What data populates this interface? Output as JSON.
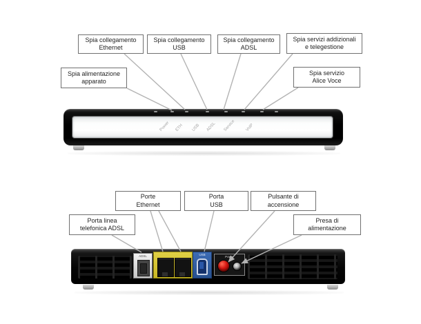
{
  "front_view": {
    "callouts": {
      "ethernet": "Spia collegamento\nEthernet",
      "usb": "Spia collegamento\nUSB",
      "adsl": "Spia collegamento\nADSL",
      "servizi": "Spia servizi addizionali\ne telegestione",
      "alimentazione": "Spia alimentazione\napparato",
      "alice_voce": "Spia servizio\nAlice Voce"
    },
    "led_labels": [
      "Power",
      "ETH",
      "USB",
      "ADSL",
      "Service",
      "VoIP"
    ]
  },
  "rear_view": {
    "callouts": {
      "porte_ethernet": "Porte\nEthernet",
      "porta_usb": "Porta\nUSB",
      "pulsante": "Pulsante di\naccensione",
      "porta_adsl": "Porta linea\ntelefonica ADSL",
      "presa": "Presa di\nalimentazione"
    },
    "port_labels": {
      "adsl": "ADSL",
      "usb": "USB",
      "power": "Power"
    }
  },
  "colors": {
    "callout_line": "#b3b3b3",
    "box_border": "#6f6f6f",
    "ethernet_yellow": "#d3c22e",
    "usb_blue": "#2f5fa5",
    "power_red": "#cc1410",
    "device_black": "#0a0a0a"
  }
}
